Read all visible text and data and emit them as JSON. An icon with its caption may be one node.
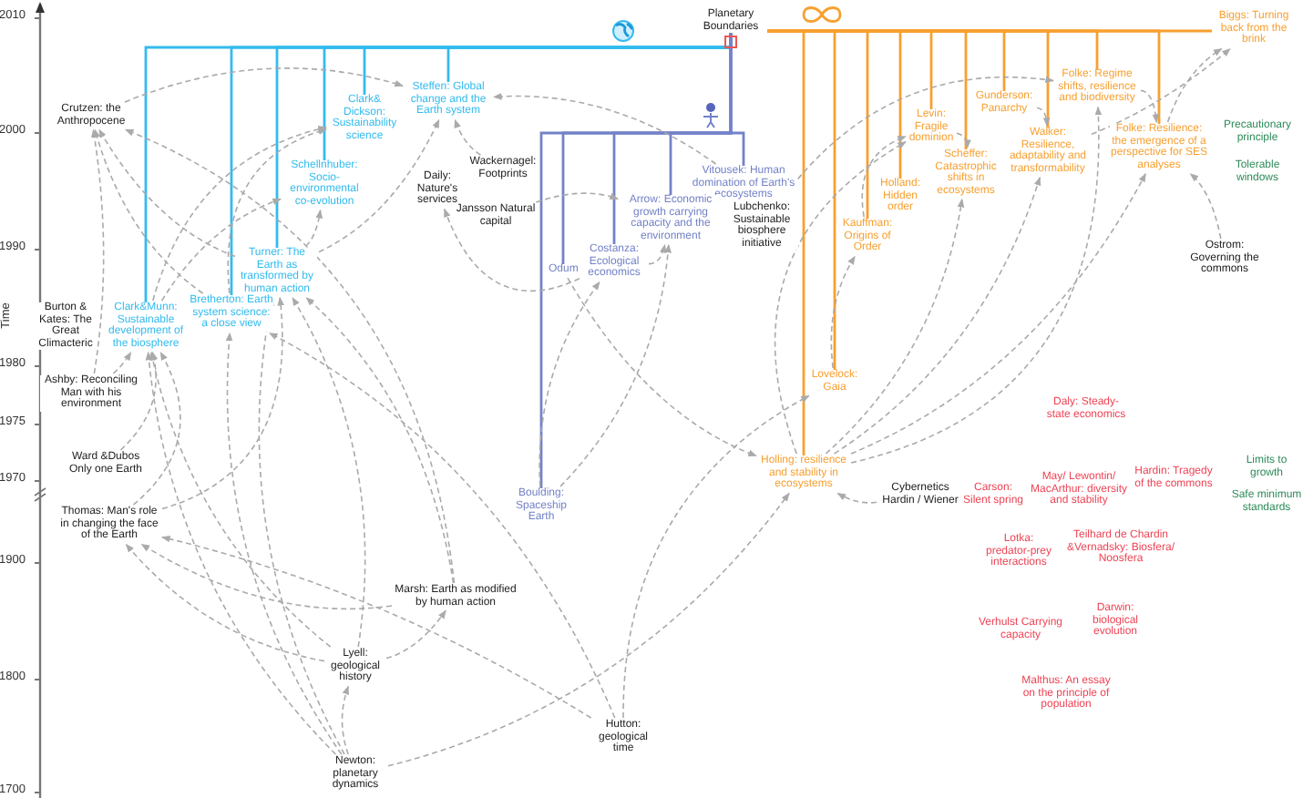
{
  "diagram": {
    "nodes": [
      {
        "text": [
          "Planetary Boundaries"
        ]
      },
      {
        "text": [
          "Crutzen: the Anthropocene"
        ]
      },
      {
        "text": [
          "Clark& Dickson: Sustainability science"
        ]
      },
      {
        "text": [
          "Steffen: Global change and the Earth system"
        ]
      },
      {
        "text": [
          "Schellnhuber: Socio-environmental co-evolution"
        ]
      },
      {
        "text": [
          "Turner: The Earth as transformed by human action"
        ]
      },
      {
        "text": [
          "Burton & Kates: The Great Climacteric"
        ]
      },
      {
        "text": [
          "Clark&Munn: Sustainable development of the biosphere"
        ]
      },
      {
        "text": [
          "Bretherton: Earth system science: a close view"
        ]
      },
      {
        "text": [
          "Ashby: Reconciling Man with his environment"
        ]
      },
      {
        "text": [
          "Ward &Dubos Only one Earth"
        ]
      },
      {
        "text": [
          "Thomas: Man's role in changing the face of the Earth"
        ]
      },
      {
        "text": [
          "Wackernagel: Footprints"
        ]
      },
      {
        "text": [
          "Daily: Nature's services"
        ]
      },
      {
        "text": [
          "Jansson Natural capital"
        ]
      },
      {
        "text": [
          "Vitousek: Human domination of Earth's ecosystems"
        ]
      },
      {
        "text": [
          "Lubchenko: Sustainable biosphere initiative"
        ]
      },
      {
        "text": [
          "Arrow: Economic growth carrying capacity and the environment"
        ]
      },
      {
        "text": [
          "Costanza: Ecological economics"
        ]
      },
      {
        "text": [
          "Odum"
        ]
      },
      {
        "text": [
          "Kauffman: Origins of Order"
        ]
      },
      {
        "text": [
          "Holland: Hidden order"
        ]
      },
      {
        "text": [
          "Levin: Fragile dominion"
        ]
      },
      {
        "text": [
          "Scheffer: Catastrophic shifts in ecosystems"
        ]
      },
      {
        "text": [
          "Gunderson: Panarchy"
        ]
      },
      {
        "text": [
          "Walker: Resilience, adaptability and transformability"
        ]
      },
      {
        "text": [
          "Folke: Regime shifts, resilience and biodiversity"
        ]
      },
      {
        "text": [
          "Folke: Resilience: the emergence of a perspective for SES analyses"
        ]
      },
      {
        "text": [
          "Biggs: Turning back from the brink"
        ]
      },
      {
        "text": [
          "Precautionary principle"
        ]
      },
      {
        "text": [
          "Tolerable windows"
        ]
      },
      {
        "text": [
          "Ostrom: Governing the commons"
        ]
      },
      {
        "text": [
          "Lovelock: Gaia"
        ]
      },
      {
        "text": [
          "Holling: resilience and stability in ecosystems"
        ]
      },
      {
        "text": [
          "Boulding: Spaceship Earth"
        ]
      },
      {
        "text": [
          "Daly: Steady-state economics"
        ]
      },
      {
        "text": [
          "Limits to growth"
        ]
      },
      {
        "text": [
          "Safe minimum standards"
        ]
      },
      {
        "text": [
          "Cybernetics Hardin / Wiener"
        ]
      },
      {
        "text": [
          "Carson: Silent spring"
        ]
      },
      {
        "text": [
          "May/ Lewontin/ MacArthur: diversity and stability"
        ]
      },
      {
        "text": [
          "Hardin: Tragedy of the commons"
        ]
      },
      {
        "text": [
          "Lotka: predator-prey interactions"
        ]
      },
      {
        "text": [
          "Teilhard de Chardin &Vernadsky: Biosfera/ Noosfera"
        ]
      },
      {
        "text": [
          "Marsh: Earth as modified by human action"
        ]
      },
      {
        "text": [
          "Darwin: biological evolution"
        ]
      },
      {
        "text": [
          "Verhulst Carrying capacity"
        ]
      },
      {
        "text": [
          "Lyell: geological history"
        ]
      },
      {
        "text": [
          "Malthus: An essay on the principle of population"
        ]
      },
      {
        "text": [
          "Hutton: geological time"
        ]
      },
      {
        "text": [
          "Newton: planetary dynamics"
        ]
      }
    ],
    "edges": [
      {
        "from": 0,
        "to": 7,
        "arrow": "none",
        "color": "#33bbee"
      },
      {
        "from": 0,
        "to": 8,
        "arrow": "none",
        "color": "#33bbee"
      },
      {
        "from": 0,
        "to": 5,
        "arrow": "none",
        "color": "#33bbee"
      },
      {
        "from": 0,
        "to": 4,
        "arrow": "none",
        "color": "#33bbee"
      },
      {
        "from": 0,
        "to": 2,
        "arrow": "none",
        "color": "#33bbee"
      },
      {
        "from": 0,
        "to": 3,
        "arrow": "none",
        "color": "#33bbee"
      },
      {
        "from": 0,
        "to": 34,
        "arrow": "none",
        "color": "#7382c8"
      },
      {
        "from": 0,
        "to": 19,
        "arrow": "none",
        "color": "#7382c8"
      },
      {
        "from": 0,
        "to": 18,
        "arrow": "none",
        "color": "#7382c8"
      },
      {
        "from": 0,
        "to": 17,
        "arrow": "none",
        "color": "#7382c8"
      },
      {
        "from": 0,
        "to": 15,
        "arrow": "none",
        "color": "#7382c8"
      },
      {
        "from": 0,
        "to": 33,
        "arrow": "none",
        "color": "#f7a030"
      },
      {
        "from": 0,
        "to": 32,
        "arrow": "none",
        "color": "#f7a030"
      },
      {
        "from": 0,
        "to": 20,
        "arrow": "none",
        "color": "#f7a030"
      },
      {
        "from": 0,
        "to": 21,
        "arrow": "none",
        "color": "#f7a030"
      },
      {
        "from": 0,
        "to": 22,
        "arrow": "none",
        "color": "#f7a030"
      },
      {
        "from": 0,
        "to": 23,
        "arrow": "none",
        "color": "#f7a030"
      },
      {
        "from": 0,
        "to": 24,
        "arrow": "none",
        "color": "#f7a030"
      },
      {
        "from": 0,
        "to": 25,
        "arrow": "none",
        "color": "#f7a030"
      },
      {
        "from": 0,
        "to": 26,
        "arrow": "none",
        "color": "#f7a030"
      },
      {
        "from": 0,
        "to": 27,
        "arrow": "none",
        "color": "#f7a030"
      },
      {
        "from": 0,
        "to": 28,
        "arrow": "none",
        "color": "#f7a030"
      },
      {
        "from": 50,
        "to": 47,
        "arrow": "to",
        "style": "dashed"
      },
      {
        "from": 50,
        "to": 5,
        "arrow": "to",
        "style": "dashed"
      },
      {
        "from": 50,
        "to": 7,
        "arrow": "to",
        "style": "dashed"
      },
      {
        "from": 50,
        "to": 8,
        "arrow": "to",
        "style": "dashed"
      },
      {
        "from": 50,
        "to": 33,
        "arrow": "to",
        "style": "dashed"
      },
      {
        "from": 47,
        "to": 44,
        "arrow": "to",
        "style": "dashed"
      },
      {
        "from": 47,
        "to": 11,
        "arrow": "to",
        "style": "dashed"
      },
      {
        "from": 47,
        "to": 5,
        "arrow": "to",
        "style": "dashed"
      },
      {
        "from": 47,
        "to": 7,
        "arrow": "to",
        "style": "dashed"
      },
      {
        "from": 49,
        "to": 32,
        "arrow": "to",
        "style": "dashed"
      },
      {
        "from": 49,
        "to": 8,
        "arrow": "to",
        "style": "dashed"
      },
      {
        "from": 49,
        "to": 11,
        "arrow": "to",
        "style": "dashed"
      },
      {
        "from": 44,
        "to": 11,
        "arrow": "to",
        "style": "dashed"
      },
      {
        "from": 44,
        "to": 5,
        "arrow": "to",
        "style": "dashed"
      },
      {
        "from": 44,
        "to": 1,
        "arrow": "to",
        "style": "dashed"
      },
      {
        "from": 11,
        "to": 5,
        "arrow": "to",
        "style": "dashed"
      },
      {
        "from": 11,
        "to": 7,
        "arrow": "to",
        "style": "dashed"
      },
      {
        "from": 10,
        "to": 7,
        "arrow": "to",
        "style": "dashed"
      },
      {
        "from": 9,
        "to": 7,
        "arrow": "to",
        "style": "dashed"
      },
      {
        "from": 9,
        "to": 1,
        "arrow": "to",
        "style": "dashed"
      },
      {
        "from": 5,
        "to": 3,
        "arrow": "to",
        "style": "dashed"
      },
      {
        "from": 5,
        "to": 4,
        "arrow": "to",
        "style": "dashed"
      },
      {
        "from": 5,
        "to": 1,
        "arrow": "to",
        "style": "dashed"
      },
      {
        "from": 8,
        "to": 2,
        "arrow": "to",
        "style": "dashed"
      },
      {
        "from": 8,
        "to": 1,
        "arrow": "to",
        "style": "dashed"
      },
      {
        "from": 7,
        "to": 2,
        "arrow": "to",
        "style": "dashed"
      },
      {
        "from": 7,
        "to": 4,
        "arrow": "to",
        "style": "dashed"
      },
      {
        "from": 1,
        "to": 3,
        "arrow": "to",
        "style": "dashed"
      },
      {
        "from": 34,
        "to": 18,
        "arrow": "to",
        "style": "dashed"
      },
      {
        "from": 34,
        "to": 17,
        "arrow": "to",
        "style": "dashed"
      },
      {
        "from": 19,
        "to": 33,
        "arrow": "to",
        "style": "dashed"
      },
      {
        "from": 18,
        "to": 17,
        "arrow": "to",
        "style": "dashed"
      },
      {
        "from": 18,
        "to": 13,
        "arrow": "to",
        "style": "dashed"
      },
      {
        "from": 14,
        "to": 17,
        "arrow": "to",
        "style": "dashed"
      },
      {
        "from": 12,
        "to": 3,
        "arrow": "to",
        "style": "dashed"
      },
      {
        "from": 15,
        "to": 3,
        "arrow": "to",
        "style": "dashed"
      },
      {
        "from": 38,
        "to": 33,
        "arrow": "to",
        "style": "dashed"
      },
      {
        "from": 33,
        "to": 25,
        "arrow": "to",
        "style": "dashed"
      },
      {
        "from": 33,
        "to": 26,
        "arrow": "to",
        "style": "dashed"
      },
      {
        "from": 33,
        "to": 27,
        "arrow": "to",
        "style": "dashed"
      },
      {
        "from": 33,
        "to": 23,
        "arrow": "to",
        "style": "dashed"
      },
      {
        "from": 33,
        "to": 22,
        "arrow": "to",
        "style": "dashed"
      },
      {
        "from": 32,
        "to": 20,
        "arrow": "to",
        "style": "dashed"
      },
      {
        "from": 20,
        "to": 22,
        "arrow": "to",
        "style": "dashed"
      },
      {
        "from": 22,
        "to": 23,
        "arrow": "to",
        "style": "dashed"
      },
      {
        "from": 24,
        "to": 25,
        "arrow": "to",
        "style": "dashed"
      },
      {
        "from": 25,
        "to": 28,
        "arrow": "to",
        "style": "dashed"
      },
      {
        "from": 26,
        "to": 27,
        "arrow": "to",
        "style": "dashed"
      },
      {
        "from": 27,
        "to": 28,
        "arrow": "to",
        "style": "dashed"
      },
      {
        "from": 31,
        "to": 27,
        "arrow": "to",
        "style": "dashed"
      },
      {
        "from": 16,
        "to": 26,
        "arrow": "to",
        "style": "dashed"
      }
    ],
    "labels": [
      "2010",
      "2000",
      "1990",
      "1980",
      "1975",
      "1970",
      "1900",
      "1800",
      "1700",
      "Time"
    ]
  }
}
